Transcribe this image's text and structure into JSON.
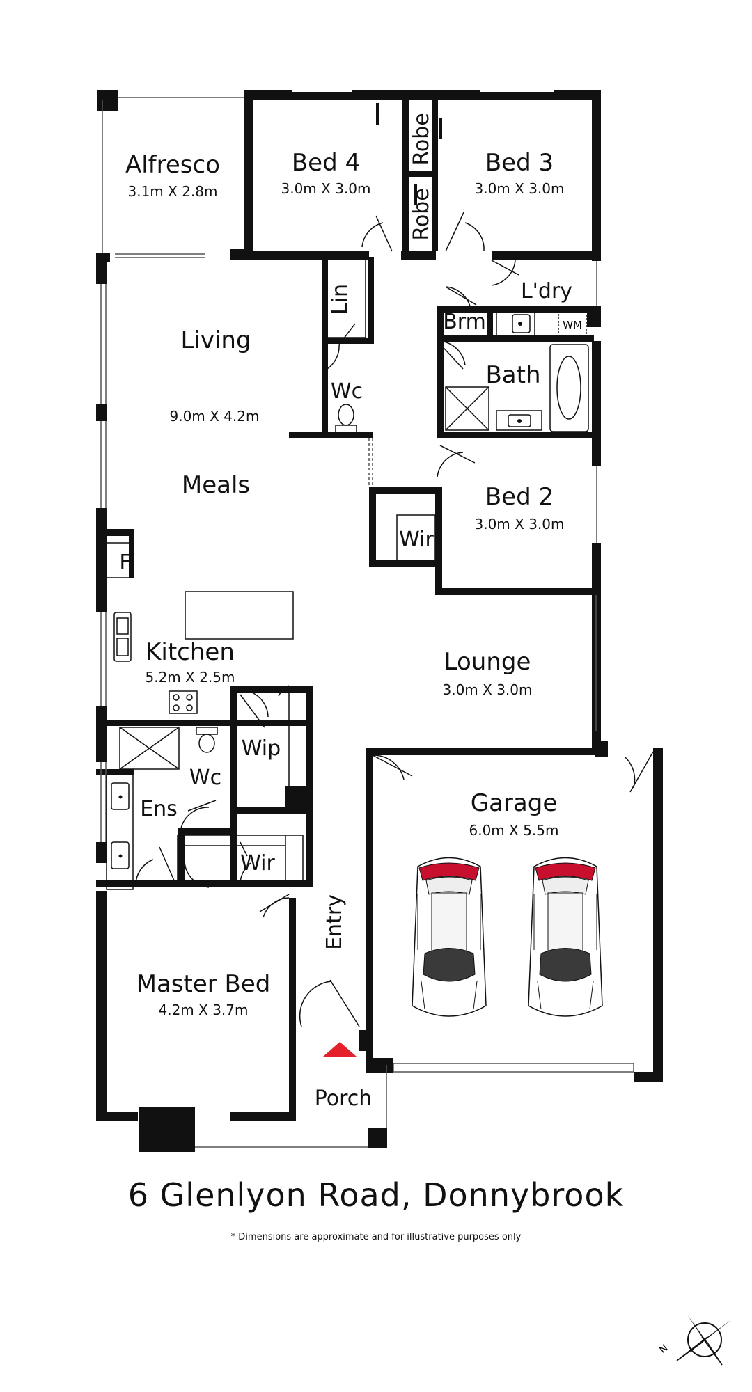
{
  "rooms": {
    "alfresco": {
      "name": "Alfresco",
      "dim": "3.1m X 2.8m"
    },
    "bed4": {
      "name": "Bed 4",
      "dim": "3.0m X 3.0m"
    },
    "bed3": {
      "name": "Bed 3",
      "dim": "3.0m X 3.0m"
    },
    "robe_upper": {
      "name": "Robe"
    },
    "robe_lower": {
      "name": "Robe"
    },
    "lin": {
      "name": "Lin"
    },
    "laundry": {
      "name": "L'dry"
    },
    "wm": {
      "name": "WM"
    },
    "brm": {
      "name": "Brm"
    },
    "living": {
      "name": "Living",
      "dim": "9.0m X 4.2m"
    },
    "wc_hall": {
      "name": "Wc"
    },
    "bath": {
      "name": "Bath"
    },
    "meals": {
      "name": "Meals"
    },
    "bed2": {
      "name": "Bed 2",
      "dim": "3.0m X 3.0m"
    },
    "wir_bed2": {
      "name": "Wir"
    },
    "fridge": {
      "name": "F"
    },
    "kitchen": {
      "name": "Kitchen",
      "dim": "5.2m X 2.5m"
    },
    "lounge": {
      "name": "Lounge",
      "dim": "3.0m X 3.0m"
    },
    "wip": {
      "name": "Wip"
    },
    "wc_ens": {
      "name": "Wc"
    },
    "ens": {
      "name": "Ens"
    },
    "garage": {
      "name": "Garage",
      "dim": "6.0m X 5.5m"
    },
    "wir_master": {
      "name": "Wir"
    },
    "entry": {
      "name": "Entry"
    },
    "master": {
      "name": "Master Bed",
      "dim": "4.2m X 3.7m"
    },
    "porch": {
      "name": "Porch"
    }
  },
  "address": "6 Glenlyon Road, Donnybrook",
  "disclaimer": "* Dimensions are approximate and for illustrative purposes only",
  "compass_letter": "N",
  "colors": {
    "wall": "#111111",
    "accent_red": "#e4202a",
    "car_red": "#c8102e",
    "car_glass": "#3a3a3a"
  }
}
